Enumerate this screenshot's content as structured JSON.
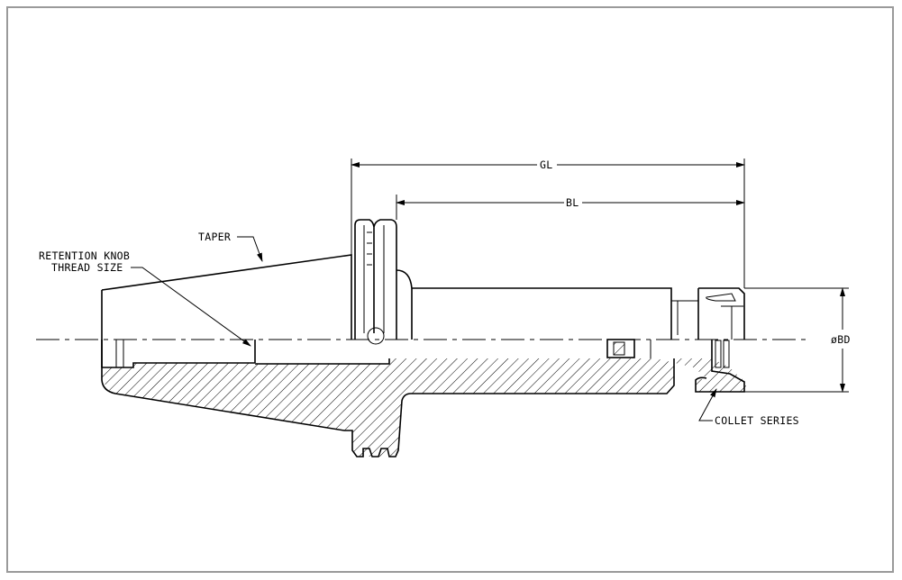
{
  "labels": {
    "taper": "TAPER",
    "retention_line1": "RETENTION KNOB",
    "retention_line2": "THREAD SIZE",
    "gl": "GL",
    "bl": "BL",
    "bd": "øBD",
    "collet": "COLLET SERIES"
  }
}
